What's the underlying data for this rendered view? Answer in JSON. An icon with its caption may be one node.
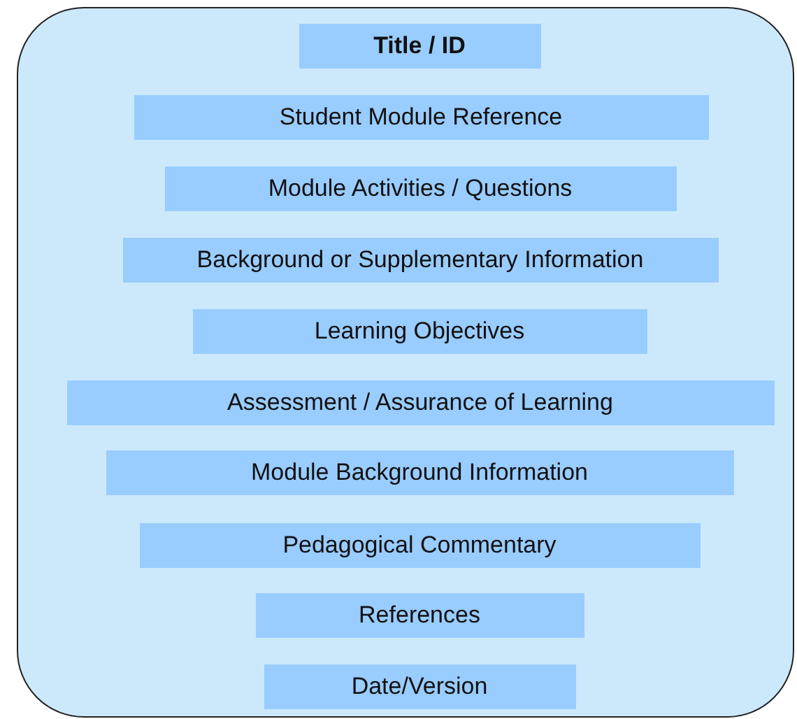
{
  "diagram": {
    "nodes": [
      {
        "text": [],
        "shape": "box"
      },
      {
        "text": [
          "Title / ID"
        ],
        "in": 0
      },
      {
        "text": [
          "Student Module Reference"
        ],
        "in": 0
      },
      {
        "text": [
          "Module Activities / Questions"
        ],
        "in": 0
      },
      {
        "text": [
          "Background or Supplementary Information"
        ],
        "in": 0
      },
      {
        "text": [
          "Learning Objectives"
        ],
        "in": 0
      },
      {
        "text": [
          "Assessment / Assurance of Learning"
        ],
        "in": 0
      },
      {
        "text": [
          "Module Background Information"
        ],
        "in": 0
      },
      {
        "text": [
          "Pedagogical Commentary"
        ],
        "in": 0
      },
      {
        "text": [
          "References"
        ],
        "in": 0
      },
      {
        "text": [
          "Date/Version"
        ],
        "in": 0
      }
    ],
    "edges": []
  }
}
